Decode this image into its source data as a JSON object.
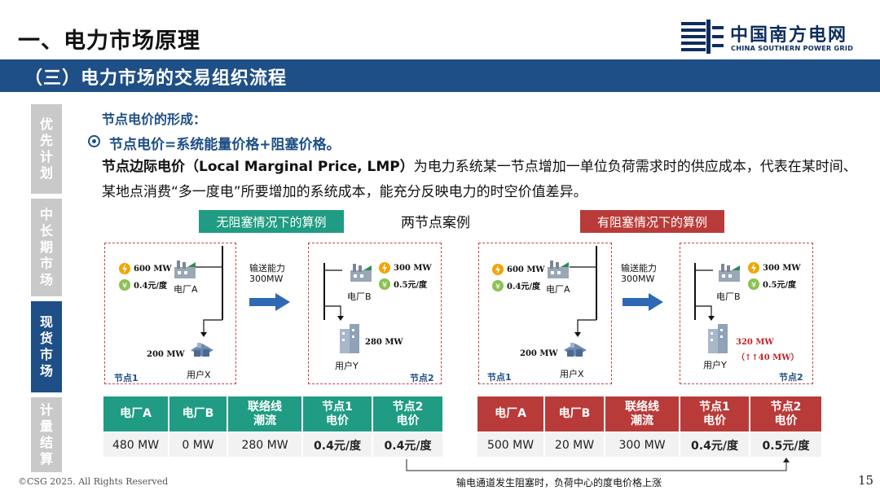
{
  "header": {
    "title": "一、电力市场原理",
    "logo_cn": "中国南方电网",
    "logo_en": "CHINA SOUTHERN POWER GRID"
  },
  "section": {
    "title": "（三）电力市场的交易组织流程"
  },
  "nav": {
    "items": [
      {
        "label": "优先计划",
        "chars": [
          "优",
          "先",
          "计",
          "划"
        ],
        "active": false
      },
      {
        "label": "中长期市场",
        "chars": [
          "中",
          "长",
          "期",
          "市",
          "场"
        ],
        "active": false
      },
      {
        "label": "现货市场",
        "chars": [
          "现",
          "货",
          "市",
          "场"
        ],
        "active": true
      },
      {
        "label": "计量结算",
        "chars": [
          "计",
          "量",
          "结",
          "算"
        ],
        "active": false
      }
    ]
  },
  "content": {
    "subhead": "节点电价的形成：",
    "bullet": "节点电价=系统能量价格+阻塞价格。",
    "para_bold": "节点边际电价（Local Marginal Price, LMP）",
    "para_rest": "为电力系统某一节点增加一单位负荷需求时的供应成本，代表在某时间、某地点消费“多一度电”所要增加的系统成本，能充分反映电力的时空价值差异。"
  },
  "diagram": {
    "case_title": "两节点案例",
    "left": {
      "label": "无阻塞情况下的算例",
      "plant_a": {
        "power": "600 MW",
        "price": "0.4元/度",
        "name": "电厂A"
      },
      "plant_b": {
        "power": "300 MW",
        "price": "0.5元/度",
        "name": "电厂B"
      },
      "line_capacity_1": "输送能力",
      "line_capacity_2": "300MW",
      "user_x": {
        "load": "200 MW",
        "name": "用户X"
      },
      "user_y": {
        "load": "280 MW",
        "name": "用户Y"
      },
      "node1": "节点1",
      "node2": "节点2"
    },
    "right": {
      "label": "有阻塞情况下的算例",
      "plant_a": {
        "power": "600 MW",
        "price": "0.4元/度",
        "name": "电厂A"
      },
      "plant_b": {
        "power": "300 MW",
        "price": "0.5元/度",
        "name": "电厂B"
      },
      "line_capacity_1": "输送能力",
      "line_capacity_2": "300MW",
      "user_x": {
        "load": "200 MW",
        "name": "用户X"
      },
      "user_y": {
        "load": "320 MW",
        "extra": "（↑↑40 MW）",
        "name": "用户Y"
      },
      "node1": "节点1",
      "node2": "节点2"
    }
  },
  "tables": {
    "headers": [
      "电厂A",
      "电厂B",
      "联络线潮流",
      "节点1电价",
      "节点2电价"
    ],
    "headers_l1": [
      "电厂A",
      "电厂B",
      "联络线",
      "节点1",
      "节点2"
    ],
    "headers_l2": [
      "",
      "",
      "潮流",
      "电价",
      "电价"
    ],
    "left_values": [
      "480 MW",
      "0 MW",
      "280 MW",
      "0.4元/度",
      "0.4元/度"
    ],
    "right_values": [
      "500 MW",
      "20 MW",
      "300 MW",
      "0.4元/度",
      "0.5元/度"
    ]
  },
  "footer": {
    "copyright": "©CSG 2025. All Rights Reserved",
    "note": "输电通道发生阻塞时，负荷中心的度电价格上涨",
    "page": "15"
  },
  "colors": {
    "brand_blue": "#1e4f86",
    "green": "#1f9c83",
    "red": "#b93b39",
    "nav_gray": "#c9c9c9"
  }
}
